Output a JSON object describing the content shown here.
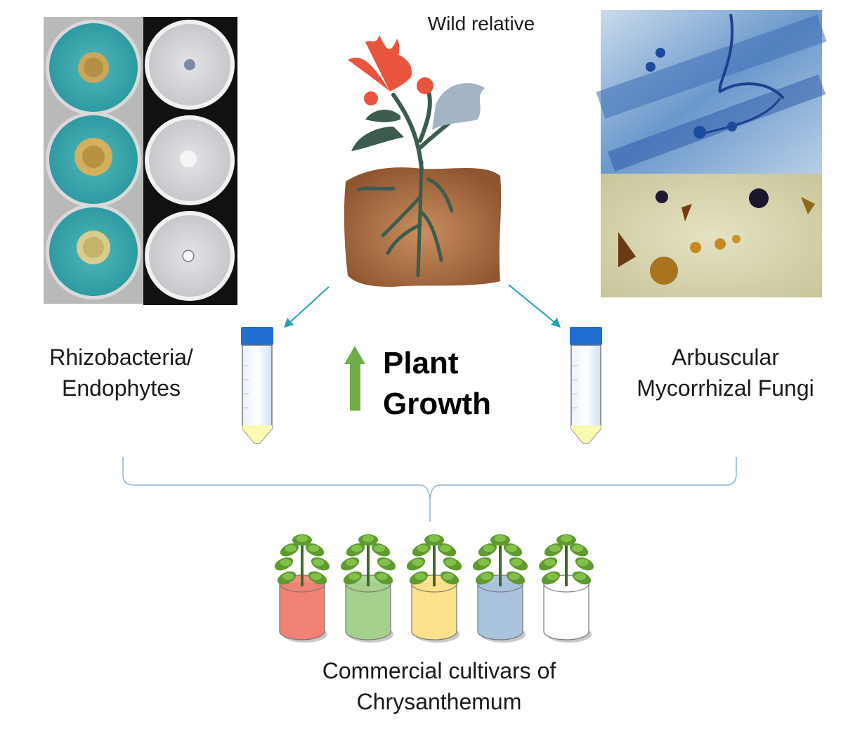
{
  "labels": {
    "wild_relative": "Wild relative",
    "left_line1": "Rhizobacteria/",
    "left_line2": "Endophytes",
    "right_line1": "Arbuscular",
    "right_line2": "Mycorrhizal Fungi",
    "center_line1": "Plant",
    "center_line2": "Growth",
    "bottom_line1": "Commercial cultivars of",
    "bottom_line2": "Chrysanthemum"
  },
  "colors": {
    "arrow_teal": "#23a0b5",
    "growth_arrow": "#70ad47",
    "brace": "#8eb4d6",
    "tube_cap": "#1f6fd1",
    "soil": "#a0663a",
    "stem": "#3c5c4e",
    "flower": "#e8553c"
  },
  "pots": [
    {
      "color": "#ef8275"
    },
    {
      "color": "#a6d08e"
    },
    {
      "color": "#fde08a"
    },
    {
      "color": "#a9c2de"
    },
    {
      "color": "#ffffff"
    }
  ]
}
